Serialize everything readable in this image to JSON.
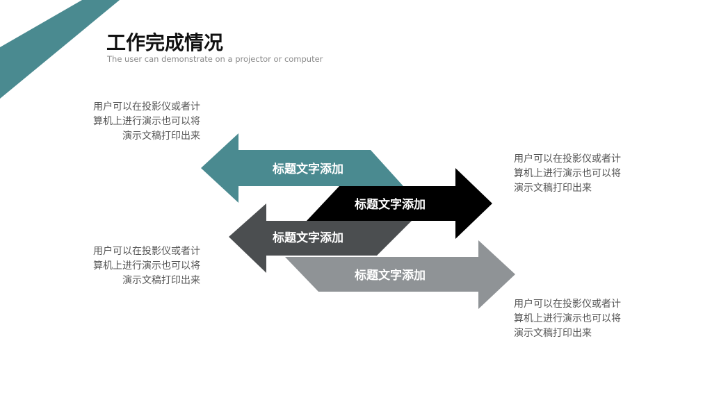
{
  "header": {
    "title": "工作完成情况",
    "subtitle": "The user can demonstrate on a projector or computer"
  },
  "colors": {
    "accent": "#4a8a90",
    "black": "#000000",
    "dark_gray": "#4b4e50",
    "light_gray": "#8f9396"
  },
  "arrows": [
    {
      "label": "标题文字添加",
      "direction": "left",
      "color": "#4a8a90"
    },
    {
      "label": "标题文字添加",
      "direction": "right",
      "color": "#000000"
    },
    {
      "label": "标题文字添加",
      "direction": "left",
      "color": "#4b4e50"
    },
    {
      "label": "标题文字添加",
      "direction": "right",
      "color": "#8f9396"
    }
  ],
  "descriptions": [
    {
      "text": "用户可以在投影仪或者计\n算机上进行演示也可以将\n演示文稿打印出来"
    },
    {
      "text": "用户可以在投影仪或者计\n算机上进行演示也可以将\n演示文稿打印出来"
    },
    {
      "text": "用户可以在投影仪或者计\n算机上进行演示也可以将\n演示文稿打印出来"
    },
    {
      "text": "用户可以在投影仪或者计\n算机上进行演示也可以将\n演示文稿打印出来"
    }
  ]
}
